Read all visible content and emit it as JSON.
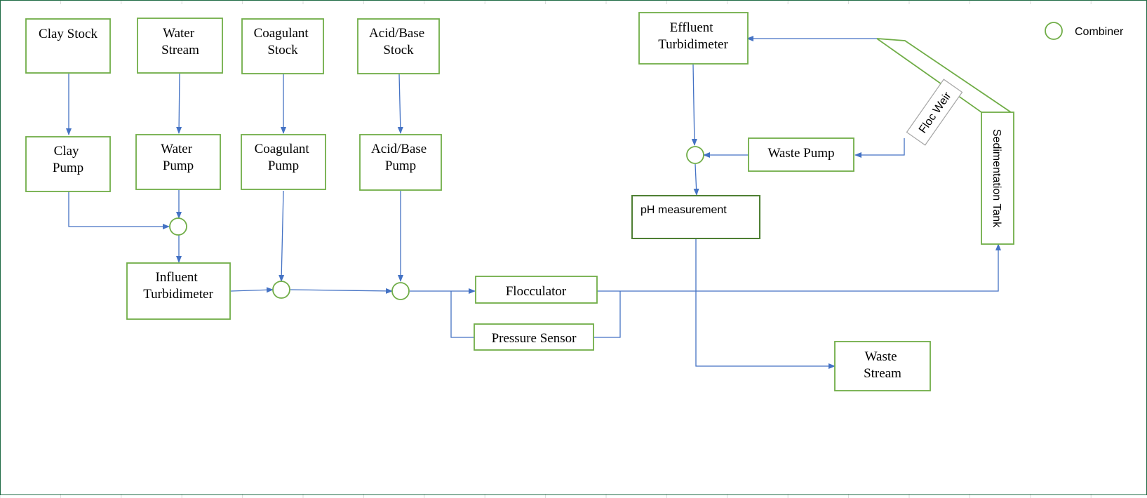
{
  "colors": {
    "box_stroke": "#70AD47",
    "dark_box_stroke": "#4E7F33",
    "connector": "#4472C4",
    "text": "#000000",
    "grid": "#D9D9D9",
    "frame": "#1F6B45"
  },
  "legend": {
    "symbol": "circle",
    "label": "Combiner"
  },
  "boxes": {
    "clay_stock": {
      "lines": [
        "Clay Stock"
      ]
    },
    "water_stream": {
      "lines": [
        "Water",
        "Stream"
      ]
    },
    "coagulant_stock": {
      "lines": [
        "Coagulant",
        "Stock"
      ]
    },
    "acid_base_stock": {
      "lines": [
        "Acid/Base",
        "Stock"
      ]
    },
    "clay_pump": {
      "lines": [
        "Clay",
        "Pump"
      ]
    },
    "water_pump": {
      "lines": [
        "Water",
        "Pump"
      ]
    },
    "coagulant_pump": {
      "lines": [
        "Coagulant",
        "Pump"
      ]
    },
    "acid_base_pump": {
      "lines": [
        "Acid/Base",
        "Pump"
      ]
    },
    "influent_turbidimeter": {
      "lines": [
        "Influent",
        "Turbidimeter"
      ]
    },
    "flocculator": {
      "lines": [
        "Flocculator"
      ]
    },
    "pressure_sensor": {
      "lines": [
        "Pressure Sensor"
      ]
    },
    "effluent_turbidimeter": {
      "lines": [
        "Effluent",
        "Turbidimeter"
      ]
    },
    "waste_pump": {
      "lines": [
        "Waste Pump"
      ]
    },
    "ph_measurement": {
      "lines": [
        "pH measurement"
      ]
    },
    "waste_stream": {
      "lines": [
        "Waste",
        "Stream"
      ]
    },
    "floc_weir": {
      "lines": [
        "Floc Weir"
      ]
    },
    "sedimentation_tank": {
      "lines": [
        "Sedimentation Tank"
      ]
    }
  }
}
